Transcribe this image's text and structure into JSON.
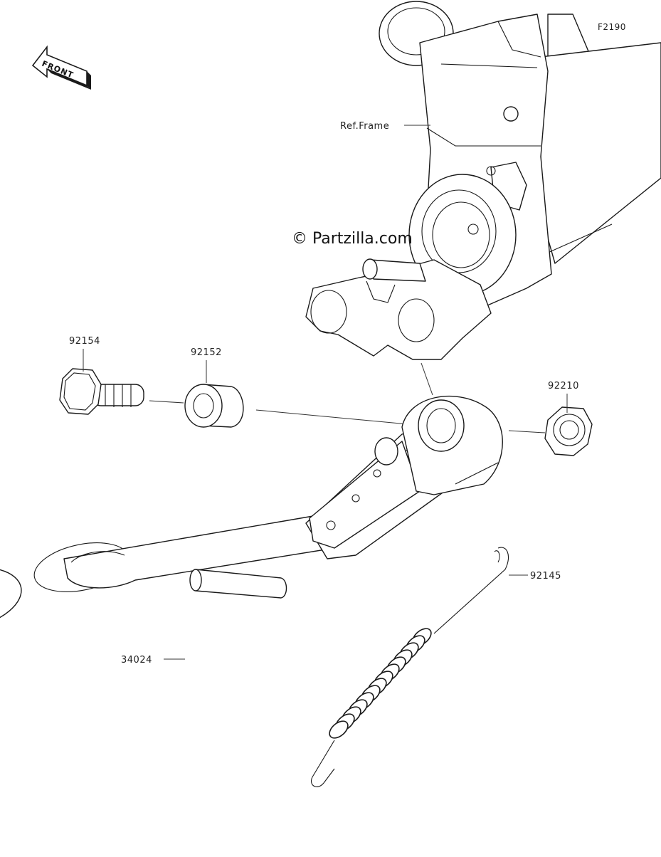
{
  "figure_code": "F2190",
  "watermark": "© Partzilla.com",
  "front_arrow": {
    "label": "FRONT"
  },
  "reference_label": "Ref.Frame",
  "parts": [
    {
      "number": "92154"
    },
    {
      "number": "92152"
    },
    {
      "number": "92210"
    },
    {
      "number": "92145"
    },
    {
      "number": "34024"
    }
  ],
  "colors": {
    "line": "#1a1a1a",
    "background": "#ffffff"
  }
}
